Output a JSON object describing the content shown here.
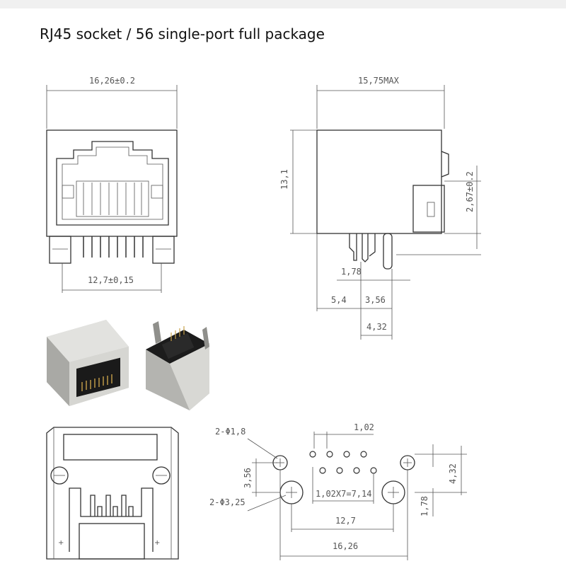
{
  "title": "RJ45 socket / 56 single-port full package",
  "front_view": {
    "width_dim": "16,26±0.2",
    "pin_span_dim": "12,7±0,15"
  },
  "side_view": {
    "length_dim": "15,75MAX",
    "height_dim": "13,1",
    "tab_dim": "2,67±0.2",
    "pin_dim_1": "1,78",
    "pin_dim_2": "5,4",
    "pin_dim_3": "3,56",
    "pin_dim_4": "4,32"
  },
  "footprint": {
    "hole_small": "2-Φ1,8",
    "hole_large": "2-Φ3,25",
    "pitch": "1,02",
    "row_offset": "3,56",
    "pin_row": "1,02X7=7,14",
    "small_hole_span": "12,7",
    "large_hole_span": "16,26",
    "right_vertical": "4,32",
    "right_lower": "1,78"
  },
  "colors": {
    "line": "#333333",
    "dim_text": "#555555",
    "metal_light": "#d9d9d6",
    "metal_dark": "#a8a8a4",
    "plastic": "#1a1a1a"
  }
}
